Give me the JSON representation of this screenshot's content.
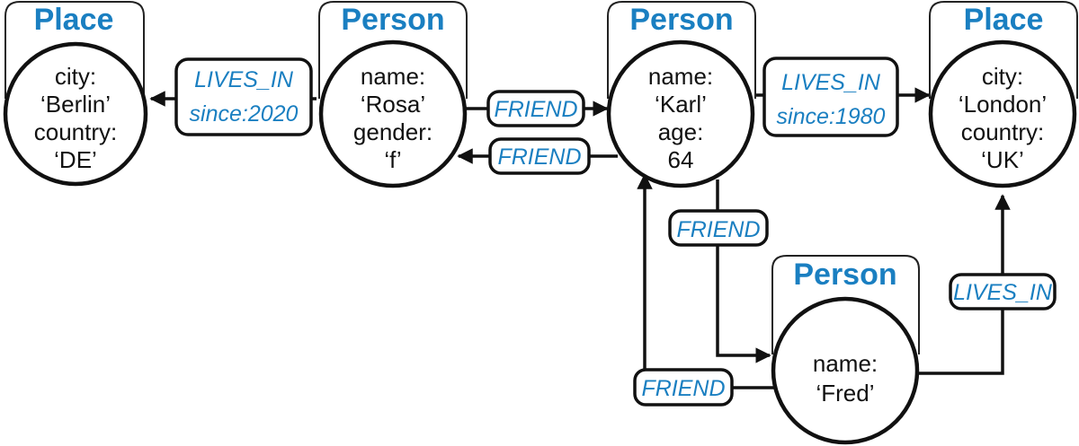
{
  "nodes": {
    "berlin": {
      "label": "Place",
      "props": [
        "city:",
        "‘Berlin’",
        "country:",
        "‘DE’"
      ]
    },
    "rosa": {
      "label": "Person",
      "props": [
        "name:",
        "‘Rosa’",
        "gender:",
        "‘f’"
      ]
    },
    "karl": {
      "label": "Person",
      "props": [
        "name:",
        "‘Karl’",
        "age:",
        "64"
      ]
    },
    "london": {
      "label": "Place",
      "props": [
        "city:",
        "‘London’",
        "country:",
        "‘UK’"
      ]
    },
    "fred": {
      "label": "Person",
      "props": [
        "name:",
        "‘Fred’"
      ]
    }
  },
  "edges": {
    "rosa_lives_berlin": {
      "type": "LIVES_IN",
      "prop": "since:2020"
    },
    "rosa_friend_karl": {
      "type": "FRIEND"
    },
    "karl_friend_rosa": {
      "type": "FRIEND"
    },
    "karl_lives_london": {
      "type": "LIVES_IN",
      "prop": "since:1980"
    },
    "karl_friend_fred": {
      "type": "FRIEND"
    },
    "fred_friend_karl": {
      "type": "FRIEND"
    },
    "fred_lives_london": {
      "type": "LIVES_IN"
    }
  },
  "colors": {
    "label": "#1a7fc1",
    "stroke": "#111111"
  }
}
